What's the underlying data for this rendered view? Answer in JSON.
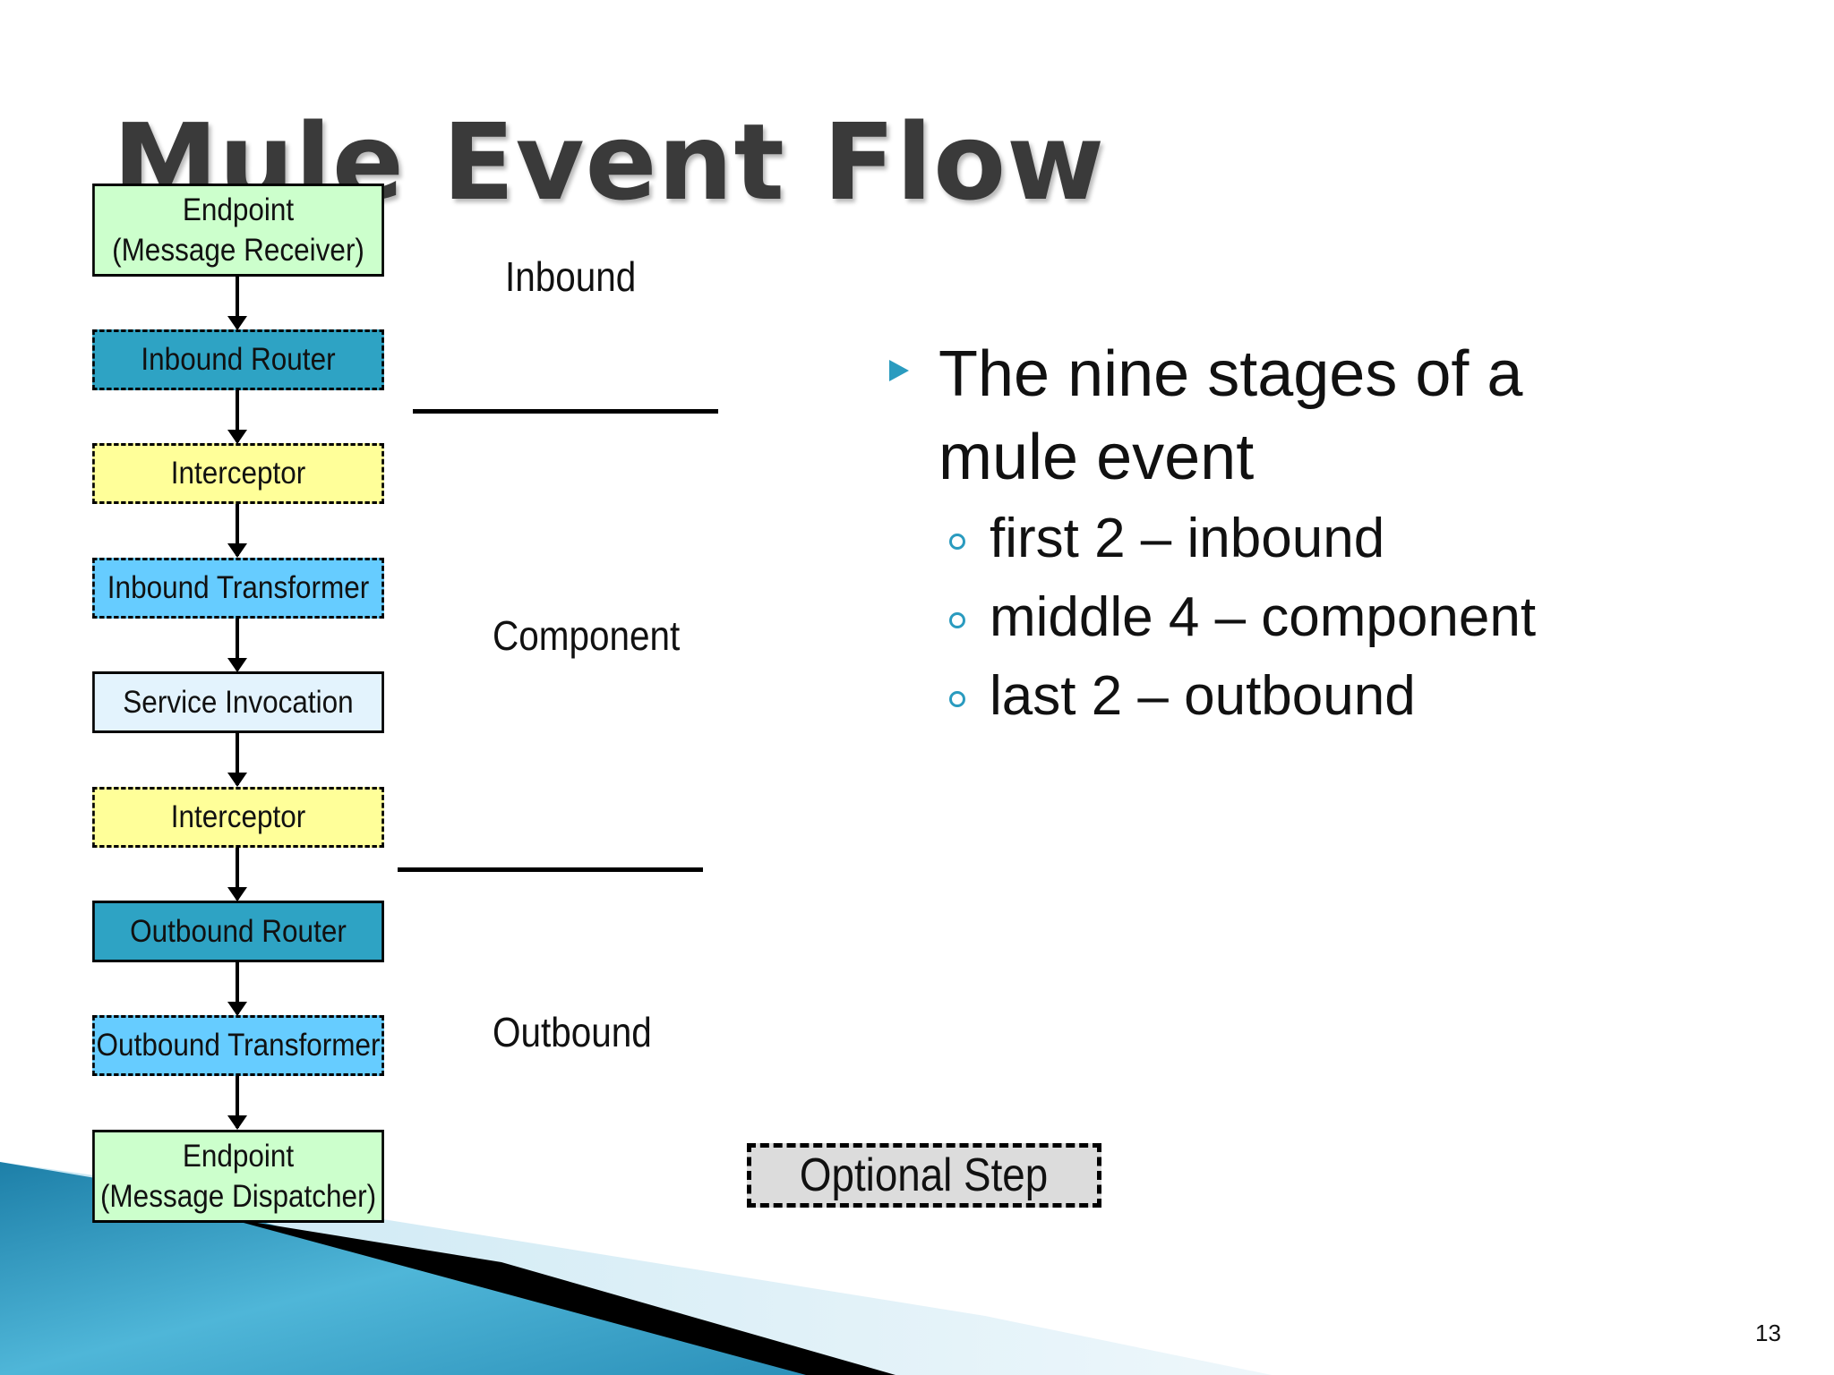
{
  "slide": {
    "title": "Mule Event Flow",
    "number": "13"
  },
  "flow": [
    {
      "lines": [
        "Endpoint",
        "(Message Receiver)"
      ],
      "fill": "#ccffcc",
      "optional": false
    },
    {
      "lines": [
        "Inbound Router"
      ],
      "fill": "#2ea3c4",
      "optional": true
    },
    {
      "lines": [
        "Interceptor"
      ],
      "fill": "#ffff99",
      "optional": true
    },
    {
      "lines": [
        "Inbound Transformer"
      ],
      "fill": "#66ccff",
      "optional": true
    },
    {
      "lines": [
        "Service Invocation"
      ],
      "fill": "#e3f3fd",
      "optional": false
    },
    {
      "lines": [
        "Interceptor"
      ],
      "fill": "#ffff99",
      "optional": true
    },
    {
      "lines": [
        "Outbound Router"
      ],
      "fill": "#2ea3c4",
      "optional": false
    },
    {
      "lines": [
        "Outbound Transformer"
      ],
      "fill": "#66ccff",
      "optional": true
    },
    {
      "lines": [
        "Endpoint",
        "(Message Dispatcher)"
      ],
      "fill": "#ccffcc",
      "optional": false
    }
  ],
  "sections": {
    "inbound": "Inbound",
    "component": "Component",
    "outbound": "Outbound"
  },
  "bullets": {
    "main": "The nine stages of a mule event",
    "sub": [
      "first 2 – inbound",
      "middle 4 – component",
      "last 2 – outbound"
    ]
  },
  "legend": {
    "label": "Optional Step"
  },
  "colors": {
    "accent": "#2a9bbf",
    "title_text": "#3a3a3a"
  }
}
